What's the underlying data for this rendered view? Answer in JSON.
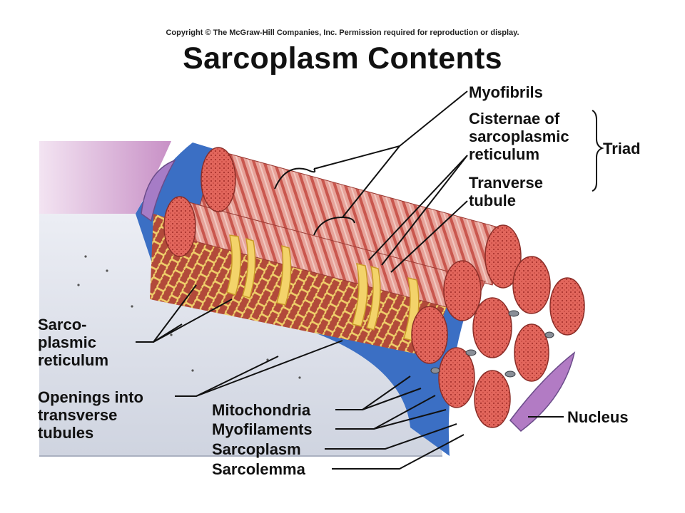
{
  "header": {
    "copyright": "Copyright © The McGraw-Hill Companies, Inc. Permission required for reproduction or display.",
    "title": "Sarcoplasm Contents"
  },
  "labels": {
    "myofibrils": "Myofibrils",
    "cisternae": "Cisternae of\nsarcoplasmic\nreticulum",
    "triad": "Triad",
    "transverse_tubule": "Tranverse\ntubule",
    "sarcoplasmic_reticulum": "Sarco-\nplasmic\nreticulum",
    "openings": "Openings into\ntransverse\ntubules",
    "mitochondria": "Mitochondria",
    "myofilaments": "Myofilaments",
    "sarcoplasm": "Sarcoplasm",
    "sarcolemma": "Sarcolemma",
    "nucleus": "Nucleus"
  },
  "colors": {
    "myofibril": "#d9574f",
    "reticulum": "#e8c04a",
    "sarcoplasm_blue": "#3b6fc4",
    "membrane": "#dfe3ec",
    "nucleus": "#b27bc4"
  }
}
